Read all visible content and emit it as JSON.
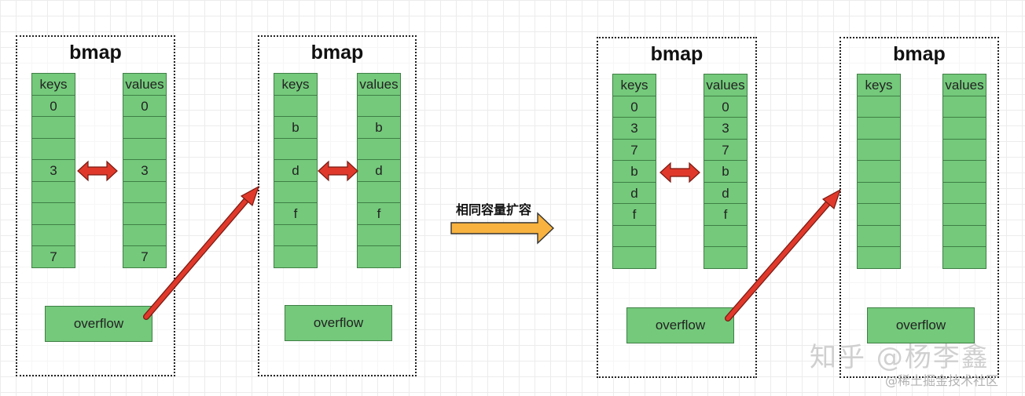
{
  "title": "bmap",
  "overflow_label": "overflow",
  "caption": "相同容量扩容",
  "watermark": "知乎 @杨李鑫",
  "watermark_sub": "@稀土掘金技术社区",
  "buckets": [
    {
      "title": "bmap",
      "keys_header": "keys",
      "values_header": "values",
      "keys": [
        "0",
        "",
        "",
        "3",
        "",
        "",
        "",
        "7"
      ],
      "values": [
        "0",
        "",
        "",
        "3",
        "",
        "",
        "",
        "7"
      ],
      "overflow": "overflow"
    },
    {
      "title": "bmap",
      "keys_header": "keys",
      "values_header": "values",
      "keys": [
        "",
        "b",
        "",
        "d",
        "",
        "f",
        "",
        ""
      ],
      "values": [
        "",
        "b",
        "",
        "d",
        "",
        "f",
        "",
        ""
      ],
      "overflow": "overflow"
    },
    {
      "title": "bmap",
      "keys_header": "keys",
      "values_header": "values",
      "keys": [
        "0",
        "3",
        "7",
        "b",
        "d",
        "f",
        "",
        ""
      ],
      "values": [
        "0",
        "3",
        "7",
        "b",
        "d",
        "f",
        "",
        ""
      ],
      "overflow": "overflow"
    },
    {
      "title": "bmap",
      "keys_header": "keys",
      "values_header": "values",
      "keys": [
        "",
        "",
        "",
        "",
        "",
        "",
        "",
        ""
      ],
      "values": [
        "",
        "",
        "",
        "",
        "",
        "",
        "",
        ""
      ],
      "overflow": "overflow"
    }
  ],
  "colors": {
    "cell_fill": "#74c97b",
    "cell_border": "#3f7f45",
    "arrow_red": "#e0392b",
    "arrow_orange": "#f7b23f"
  }
}
